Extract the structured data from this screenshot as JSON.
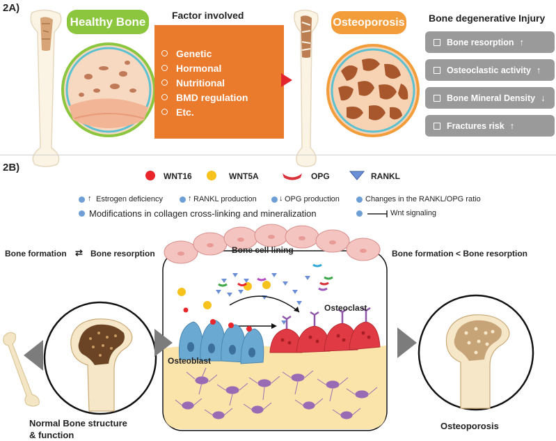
{
  "panel_a": {
    "label": "2A)",
    "healthy_title": "Healthy Bone",
    "factor_title": "Factor involved",
    "factors": [
      "Genetic",
      "Hormonal",
      "Nutritional",
      "BMD regulation",
      "Etc."
    ],
    "osteo_title": "Osteoporosis",
    "injury_title": "Bone degenerative Injury",
    "injuries": [
      {
        "label": "Bone resorption",
        "arrow": "↑"
      },
      {
        "label": "Osteoclastic activity",
        "arrow": "↑"
      },
      {
        "label": "Bone Mineral Density",
        "arrow": "↓"
      },
      {
        "label": "Fractures risk",
        "arrow": "↑"
      }
    ],
    "colors": {
      "healthy_pill": "#8cc63f",
      "osteo_pill": "#f39c3a",
      "factor_box": "#ea7a2c",
      "injury_box": "#9a9a9a",
      "arrow_red": "#e3262e"
    }
  },
  "panel_b": {
    "label": "2B)",
    "legend": [
      "WNT16",
      "WNT5A",
      "OPG",
      "RANKL"
    ],
    "mechanisms": {
      "estrogen_arrow": "↑",
      "estrogen": "Estrogen deficiency",
      "rankl_arrow": "↑",
      "rankl": "RANKL production",
      "opg_arrow": "↓",
      "opg": "OPG production",
      "ratio": "Changes in the RANKL/OPG  ratio",
      "collagen": "Modifications in collagen cross-linking and mineralization",
      "wnt": "Wnt signaling"
    },
    "left_balance_a": "Bone formation",
    "left_balance_b": "Bone resorption",
    "right_balance": "Bone formation < Bone resorption",
    "lining": "Bone cell lining",
    "osteoclast": "Osteoclast",
    "osteoblast": "Osteoblast",
    "normal_caption": "Normal Bone structure & function",
    "osteo_caption": "Osteoporosis",
    "colors": {
      "wnt16": "#e8262c",
      "wnt5a": "#f7c21b",
      "opg": "#d8323c",
      "rankl": "#5b7fc4",
      "mechanism_dot": "#6d9fd6",
      "cell_lining": "#f4c4c0",
      "bone_matrix": "#fbe4aa",
      "osteoblast": "#6aaad2",
      "osteoclast": "#e03b44",
      "osteocyte": "#9a6bb5"
    }
  }
}
